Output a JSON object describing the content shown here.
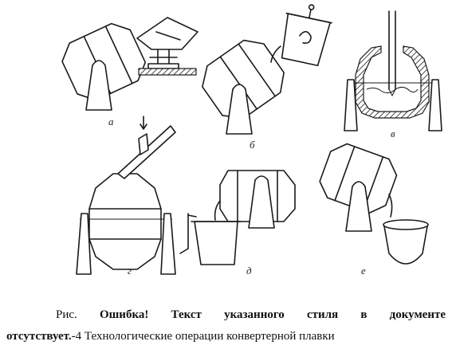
{
  "figure": {
    "panels": [
      {
        "id": "a",
        "label": "а"
      },
      {
        "id": "b",
        "label": "б"
      },
      {
        "id": "v",
        "label": "в"
      },
      {
        "id": "g",
        "label": "г"
      },
      {
        "id": "d",
        "label": "д"
      },
      {
        "id": "e",
        "label": "е"
      }
    ]
  },
  "caption": {
    "prefix": "Рис.",
    "error_line1": "Ошибка! Текст указанного стиля в документе",
    "error_line2": "отсутствует.",
    "suffix": "-4 Технологические операции конвертерной плавки"
  }
}
